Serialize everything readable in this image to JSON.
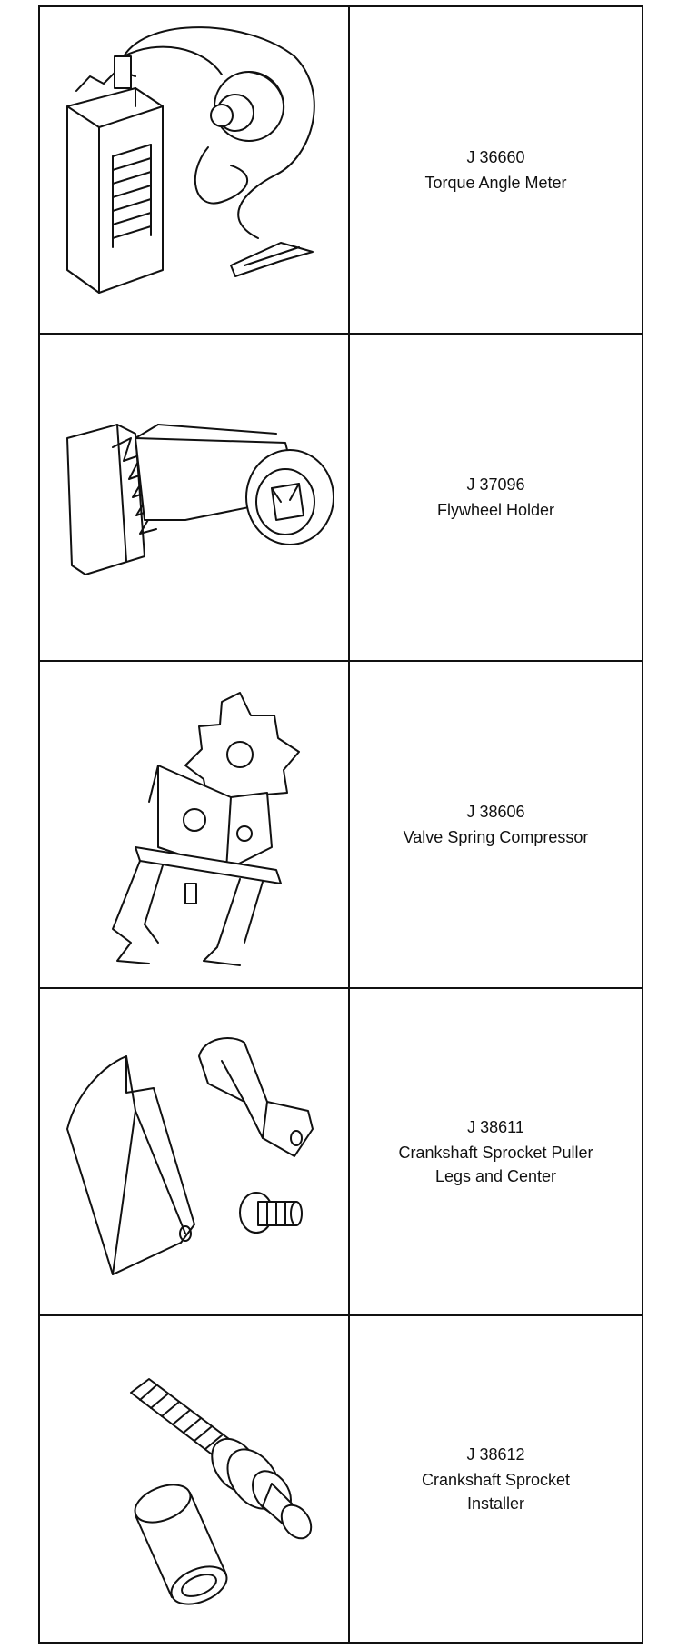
{
  "tools": [
    {
      "number": "J 36660",
      "name": "Torque Angle Meter",
      "icon": "torque-angle-meter-illustration"
    },
    {
      "number": "J 37096",
      "name": "Flywheel Holder",
      "icon": "flywheel-holder-illustration"
    },
    {
      "number": "J 38606",
      "name": "Valve Spring Compressor",
      "icon": "valve-spring-compressor-illustration"
    },
    {
      "number": "J 38611",
      "name": "Crankshaft Sprocket Puller\nLegs and Center",
      "icon": "crankshaft-sprocket-puller-illustration"
    },
    {
      "number": "J 38612",
      "name": "Crankshaft Sprocket\nInstaller",
      "icon": "crankshaft-sprocket-installer-illustration"
    }
  ]
}
